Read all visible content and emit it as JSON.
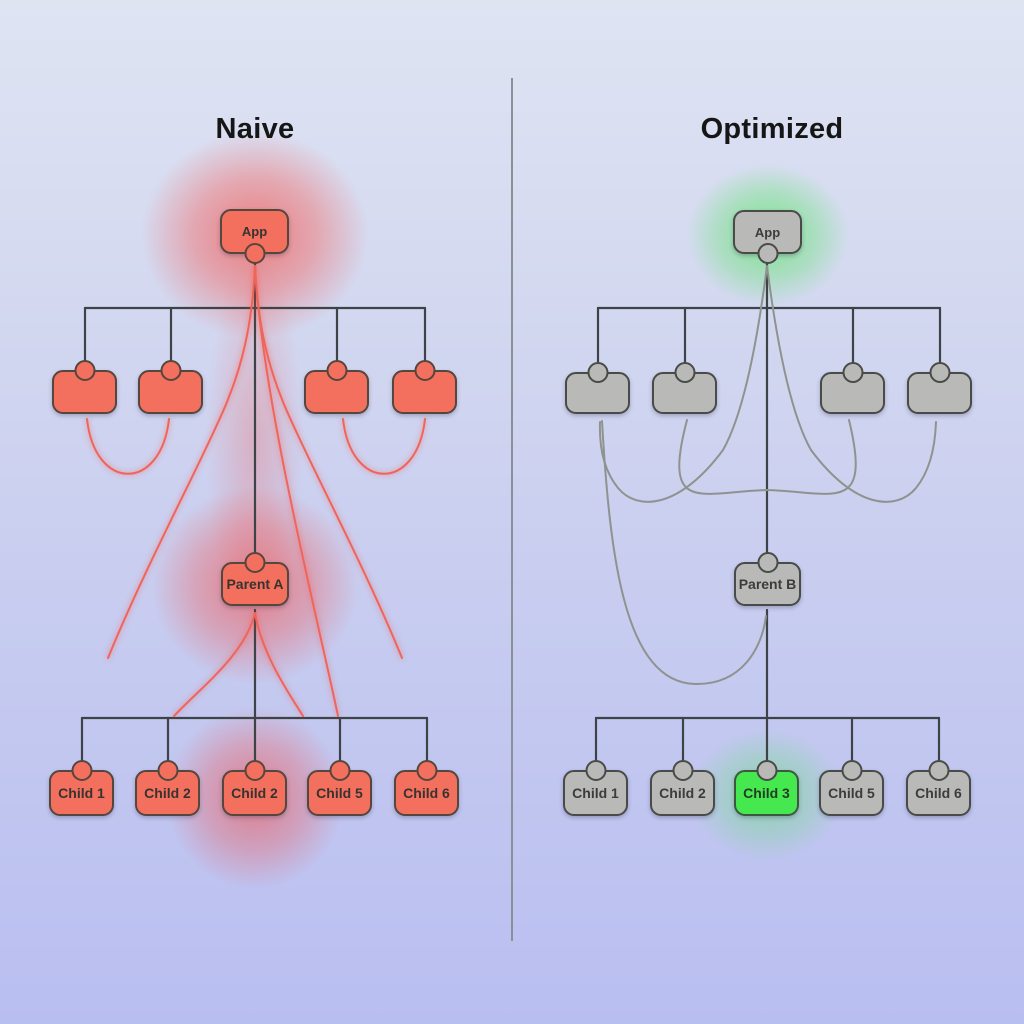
{
  "titles": {
    "left": "Naive",
    "right": "Optimized"
  },
  "left_panel": {
    "app_label": "App",
    "parent_label": "Parent A",
    "children": [
      "Child 1",
      "Child 2",
      "Child 2",
      "Child 5",
      "Child 6"
    ],
    "unlabeled_mid_nodes": 4,
    "highlighted_nodes": [
      "App",
      "Parent A",
      "Child 2 (middle)"
    ],
    "node_color": "#f3705f",
    "glow_color": "#ff3020",
    "edge_color": "#f0655b"
  },
  "right_panel": {
    "app_label": "App",
    "parent_label": "Parent B",
    "children": [
      "Child 1",
      "Child 2",
      "Child 3",
      "Child 5",
      "Child 6"
    ],
    "unlabeled_mid_nodes": 4,
    "highlighted_nodes": [
      "App",
      "Child 3"
    ],
    "node_color": "#b9bab7",
    "highlight_node_color": "#45e84e",
    "glow_color": "#46e650",
    "edge_color": "#8f938f"
  },
  "colors": {
    "background_top": "#dfe4f3",
    "background_bottom": "#b9bef1",
    "tree_line": "#3e4347",
    "divider": "#8b8f98",
    "node_border_red": "#55463e",
    "node_border_gray": "#484b47"
  }
}
